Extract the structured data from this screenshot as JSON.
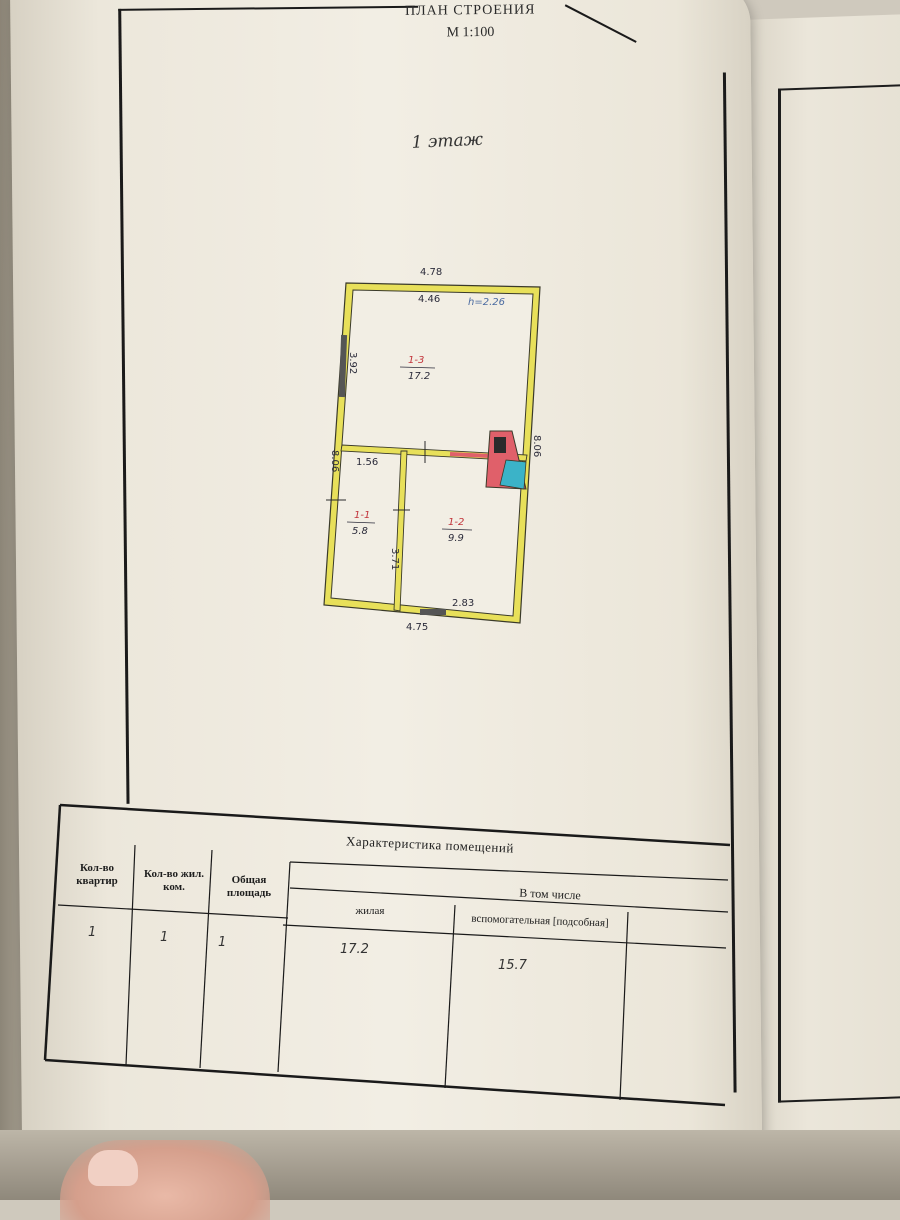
{
  "header": {
    "title": "ПЛАН СТРОЕНИЯ",
    "scale": "М 1:100"
  },
  "floor_label": "1 этаж",
  "plan": {
    "outer_width_top": "4.78",
    "inner_width_top": "4.46",
    "ceiling_height": "h=2.26",
    "outer_height_left": "8.06",
    "outer_height_right": "8.06",
    "room_1_3_depth": "3.92",
    "corridor_width": "1.56",
    "room_1_2_depth": "3.71",
    "room_1_2_width": "2.83",
    "outer_width_bottom": "4.75",
    "rooms": [
      {
        "id": "1-3",
        "area": "17.2"
      },
      {
        "id": "1-1",
        "area": "5.8"
      },
      {
        "id": "1-2",
        "area": "9.9"
      }
    ],
    "colors": {
      "wall": "#e8e05a",
      "wall_outline": "#3a3a2a",
      "stove_red": "#e0606a",
      "stove_blue": "#3bb3c8",
      "window": "#555555"
    }
  },
  "table": {
    "title": "Характеристика помещений",
    "col_apartments": "Кол-во квартир",
    "col_living_rooms": "Кол-во жил. ком.",
    "col_total_area": "Общая площадь",
    "col_including": "В том числе",
    "col_living": "жилая",
    "col_auxiliary": "вспомогательная [подсобная]",
    "values": {
      "apartments": "1",
      "living_rooms": "1",
      "total_area": "1",
      "living": "17.2",
      "auxiliary": "15.7"
    }
  }
}
